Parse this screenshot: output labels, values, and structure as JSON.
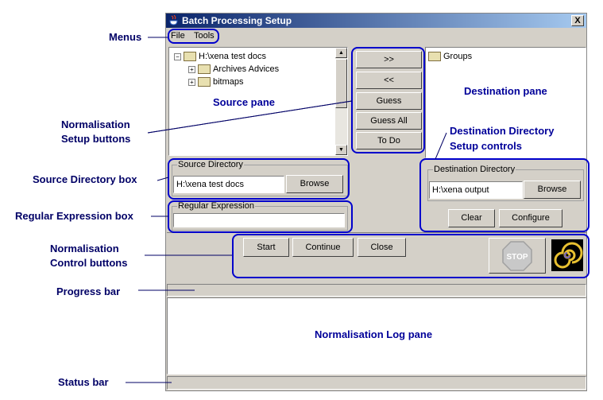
{
  "window": {
    "title": "Batch Processing Setup",
    "close_symbol": "X"
  },
  "menus": [
    "File",
    "Tools"
  ],
  "source_tree": {
    "root": "H:\\xena test docs",
    "children": [
      "Archives Advices",
      "bitmaps"
    ]
  },
  "setup_buttons": [
    ">>",
    "<<",
    "Guess",
    "Guess All",
    "To Do"
  ],
  "destination_tree": {
    "root": "Groups"
  },
  "source_directory": {
    "legend": "Source Directory",
    "value": "H:\\xena test docs",
    "browse_label": "Browse"
  },
  "regex": {
    "legend": "Regular Expression",
    "value": ""
  },
  "destination_directory": {
    "legend": "Destination Directory",
    "value": "H:\\xena output",
    "browse_label": "Browse",
    "clear_label": "Clear",
    "configure_label": "Configure"
  },
  "control_buttons": {
    "start": "Start",
    "continue": "Continue",
    "close": "Close",
    "stop": "STOP"
  },
  "annotations": {
    "menus": "Menus",
    "source_pane": "Source pane",
    "destination_pane": "Destination pane",
    "setup_buttons_1": "Normalisation",
    "setup_buttons_2": "Setup buttons",
    "dest_controls_1": "Destination Directory",
    "dest_controls_2": "Setup controls",
    "source_dir_box": "Source Directory box",
    "regex_box": "Regular Expression box",
    "control_buttons_1": "Normalisation",
    "control_buttons_2": "Control buttons",
    "progress_bar": "Progress bar",
    "log_pane": "Normalisation Log pane",
    "status_bar": "Status bar"
  },
  "colors": {
    "annotation": "#000066",
    "highlight": "#0000cc",
    "window_bg": "#d4d0c8",
    "title_start": "#0a246a",
    "title_end": "#a6caf0"
  }
}
